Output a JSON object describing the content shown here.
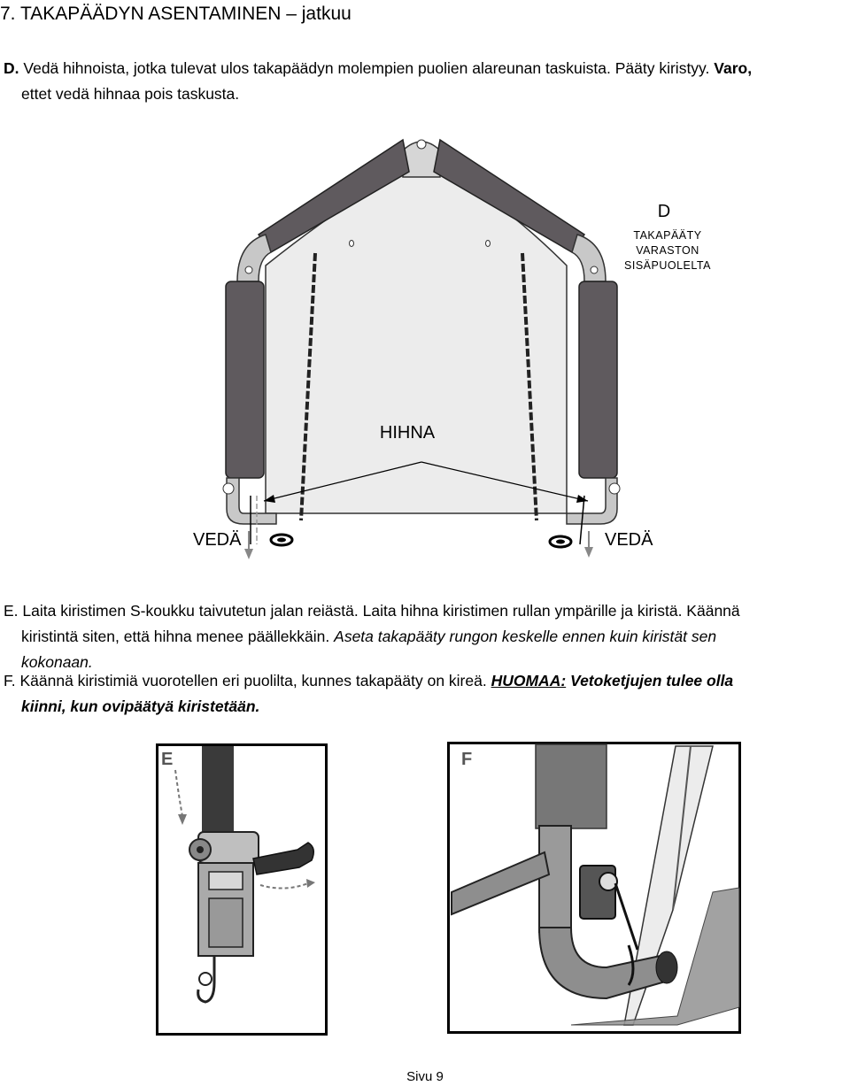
{
  "heading": "7.  TAKAPÄÄDYN ASENTAMINEN – jatkuu",
  "stepD": {
    "marker": "D.",
    "text": "Vedä hihnoista, jotka tulevat ulos takapäädyn molempien puolien alareunan taskuista. Pääty kiristyy.",
    "warning_bold": "Varo,",
    "warning_rest": "ettet vedä hihnaa pois taskusta."
  },
  "diagram": {
    "label_d": "D",
    "caption_line1": "TAKAPÄÄTY",
    "caption_line2": "VARASTON",
    "caption_line3": "SISÄPUOLELTA",
    "strap_label": "HIHNA",
    "pull_left": "VEDÄ",
    "pull_right": "VEDÄ"
  },
  "stepE": {
    "line1": "E. Laita kiristimen S-koukku taivutetun jalan reiästä. Laita hihna kiristimen rullan ympärille ja kiristä. Käännä",
    "line2_plain": "kiristintä siten, että hihna menee päällekkäin.",
    "line2_italic": "Aseta takapääty rungon keskelle ennen kuin kiristät sen",
    "line3_italic": "kokonaan."
  },
  "stepF": {
    "line1_plain": "F. Käännä kiristimiä vuorotellen eri puolilta, kunnes takapääty on kireä.",
    "note_label": "HUOMAA:",
    "note_text": "Vetoketjujen tulee olla",
    "line2": "kiinni, kun ovipäätyä kiristetään."
  },
  "figures": {
    "e_label": "E",
    "f_label": "F"
  },
  "footer": "Sivu 9",
  "colors": {
    "frame_fabric": "#5f5a5e",
    "panel": "#ececec",
    "pipe": "#b9b9b9"
  }
}
